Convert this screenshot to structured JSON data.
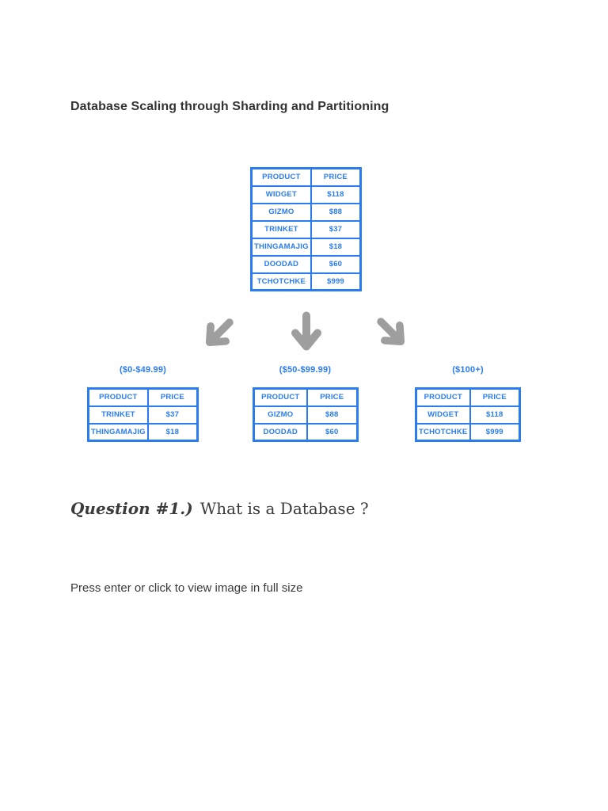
{
  "page": {
    "title": "Database Scaling through Sharding and Partitioning",
    "question": {
      "prefix": "Question #1.)",
      "text": "What is a Database ?"
    },
    "viewer_hint": "Press enter or click to view image in full size"
  },
  "colors": {
    "table_blue": "#2b7cf0",
    "arrow_gray": "#9e9e9e",
    "title_text": "#333333",
    "body_text": "#3b3b3b"
  },
  "diagram": {
    "main_table": {
      "headers": [
        "PRODUCT",
        "PRICE"
      ],
      "rows": [
        [
          "WIDGET",
          "$118"
        ],
        [
          "GIZMO",
          "$88"
        ],
        [
          "TRINKET",
          "$37"
        ],
        [
          "THINGAMAJIG",
          "$18"
        ],
        [
          "DOODAD",
          "$60"
        ],
        [
          "TCHOTCHKE",
          "$999"
        ]
      ]
    },
    "arrows": [
      "arrow-down-left",
      "arrow-down",
      "arrow-down-right"
    ],
    "shards": [
      {
        "label": "($0-$49.99)",
        "headers": [
          "PRODUCT",
          "PRICE"
        ],
        "rows": [
          [
            "TRINKET",
            "$37"
          ],
          [
            "THINGAMAJIG",
            "$18"
          ]
        ]
      },
      {
        "label": "($50-$99.99)",
        "headers": [
          "PRODUCT",
          "PRICE"
        ],
        "rows": [
          [
            "GIZMO",
            "$88"
          ],
          [
            "DOODAD",
            "$60"
          ]
        ]
      },
      {
        "label": "($100+)",
        "headers": [
          "PRODUCT",
          "PRICE"
        ],
        "rows": [
          [
            "WIDGET",
            "$118"
          ],
          [
            "TCHOTCHKE",
            "$999"
          ]
        ]
      }
    ]
  }
}
